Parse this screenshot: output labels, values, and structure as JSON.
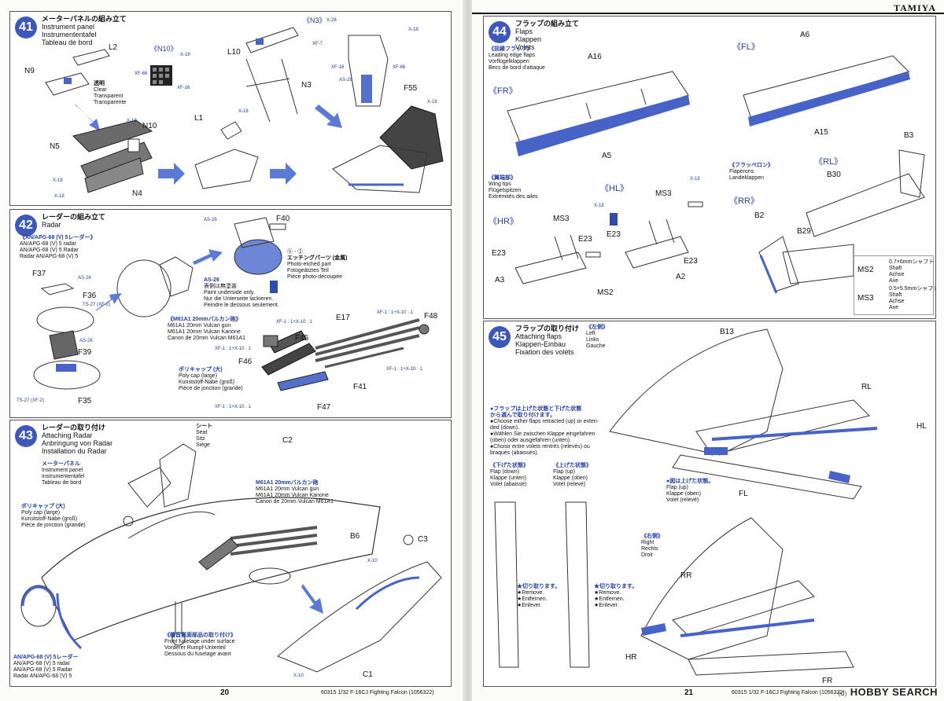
{
  "brand": "TAMIYA",
  "page_left": "20",
  "page_right": "21",
  "footer_left": "60315 1/32 F-16CJ Fighting Falcon (1056322)",
  "footer_right": "60315 1/32 F-16CJ Fighting Falcon (1056322)",
  "watermark": "HOBBY SEARCH",
  "watermark_small": "(C)",
  "steps": {
    "s41": {
      "no": "41",
      "title": [
        "メーターパネルの組み立て",
        "Instrument panel",
        "Instrumententafel",
        "Tableau de bord"
      ],
      "parts": [
        "L2",
        "N9",
        "N10",
        "N5",
        "N4",
        "L10",
        "N3",
        "L1",
        "F55"
      ],
      "clear": [
        "透明",
        "Clear",
        "Transparent",
        "Transparente"
      ],
      "callouts": [
        "《N10》",
        "《N3》"
      ],
      "codes": [
        "X-18",
        "XF-66",
        "XF-16",
        "X-18",
        "X-18",
        "X-18",
        "X-28",
        "X-18",
        "XF-7",
        "XF-16",
        "XF-66",
        "AS-26",
        "X-18",
        "X-18"
      ]
    },
    "s42": {
      "no": "42",
      "title": [
        "レーダーの組み立て",
        "Radar"
      ],
      "sub": [
        "《AN/APG-68 (V) 5レーダー》",
        "AN/APG-68 (V) 5 radar",
        "AN/APG-68 (V) 5 Radar",
        "Radar AN/APG-68 (V) 5"
      ],
      "parts": [
        "F40",
        "F37",
        "F36",
        "F39",
        "F35",
        "F45",
        "F46",
        "F41",
        "E17",
        "F48",
        "F47"
      ],
      "etch": [
        "ⓑ - ②",
        "エッチングパーツ (金属)",
        "Photo-etched part",
        "Fotogeätztes Teil",
        "Pièce photo-découpée"
      ],
      "paint": [
        "AS-26",
        "表側は無塗装",
        "Paint underside only.",
        "Nur die Unterseite lackieren.",
        "Peindre le dessous seulement."
      ],
      "gun": [
        "《M61A1 20mmバルカン砲》",
        "M61A1 20mm Vulcan gun",
        "M61A1 20mm Vulcan Kanone",
        "Canon de 20mm Vulcan M61A1"
      ],
      "polycap": [
        "ポリキャップ (大)",
        "Poly cap (large)",
        "Kunststoff-Nabe (groß)",
        "Pièce de jonction (grande)"
      ],
      "codes": [
        "AS-26",
        "AS-26",
        "TS-27 (XF-2)",
        "AS-26",
        "TS-27 (XF-2)",
        "XF-1 : 1+X-10 : 1",
        "XF-1 : 1+X-10 : 1",
        "XF-1 : 1+X-10 : 1",
        "XF-1 : 1+X-10 : 1",
        "XF-1 : 1+X-10 : 1"
      ]
    },
    "s43": {
      "no": "43",
      "title": [
        "レーダーの取り付け",
        "Attaching Radar",
        "Anbringung von Radar",
        "Installation du Radar"
      ],
      "seat": [
        "シート",
        "Seat",
        "Sitz",
        "Siège"
      ],
      "panel": [
        "メーターパネル",
        "Instrument panel",
        "Instrumententafel",
        "Tableau de bord"
      ],
      "polycap": [
        "ポリキャップ (大)",
        "Poly cap (large)",
        "Kunststoff-Nabe (groß)",
        "Pièce de jonction (grande)"
      ],
      "gun": [
        "M61A1 20mmバルカン砲",
        "M61A1 20mm Vulcan gun",
        "M61A1 20mm Vulcan Kanone",
        "Canon de 20mm Vulcan M61A1"
      ],
      "radar": [
        "AN/APG-68 (V) 5レーダー",
        "AN/APG-68 (V) 5 radar",
        "AN/APG-68 (V) 5 Radar",
        "Radar AN/APG-68 (V) 5"
      ],
      "lower": [
        "《機首裏面部品の取り付け》",
        "Front fuselage under surface",
        "Vorderer Rumpf-Unterteil",
        "Dessous du fuselage avant"
      ],
      "parts": [
        "C2",
        "B6",
        "C3",
        "C1"
      ],
      "codes": [
        "X-10",
        "X-10"
      ]
    },
    "s44": {
      "no": "44",
      "title": [
        "フラップの組み立て",
        "Flaps",
        "Klappen",
        "Volets"
      ],
      "lef": [
        "《前縁フラップ》",
        "Leading edge flaps",
        "Vorflügelklappen",
        "Becs de bord d'attaque"
      ],
      "wingtips": [
        "《翼端部》",
        "Wing tips",
        "Flügelspitzen",
        "Extrémités des ailes"
      ],
      "flaperons": [
        "《フラッペロン》",
        "Flaperons",
        "Landeklappen"
      ],
      "callouts": [
        "《FR》",
        "《FL》",
        "《HL》",
        "《HR》",
        "《RL》",
        "《RR》"
      ],
      "parts": [
        "A16",
        "A5",
        "A6",
        "A15",
        "B3",
        "B30",
        "B2",
        "B29",
        "E23",
        "E23",
        "E23",
        "E23",
        "A3",
        "A2"
      ],
      "ms": [
        "MS3",
        "MS3",
        "MS2",
        "MS2",
        "MS3"
      ],
      "codes": [
        "X-18",
        "X-18"
      ],
      "legend": [
        {
          "key": "MS2",
          "jp": "0.7×6mmシャフト",
          "en": "Shaft",
          "de": "Achse",
          "fr": "Axe"
        },
        {
          "key": "MS3",
          "jp": "0.5×5.5mmシャフト",
          "en": "Shaft",
          "de": "Achse",
          "fr": "Axe"
        }
      ]
    },
    "s45": {
      "no": "45",
      "title": [
        "フラップの取り付け",
        "Attaching flaps",
        "Klappen-Einbau",
        "Fixation des volets"
      ],
      "left": [
        "《左側》",
        "Left",
        "Links",
        "Gauche"
      ],
      "right": [
        "《右側》",
        "Right",
        "Rechts",
        "Droit"
      ],
      "choose": [
        "●フラップは上げた状態と下げた状態",
        "から選んで取り付けます。",
        "●Choose either flaps retracted (up) or exten-",
        "ded (down).",
        "●Wählen Sie zwischen Klappe eingefahren",
        "(oben) oder ausgefahren (unten).",
        "●Choisir entre volets rentrés (relevés) ou",
        "braqués (abaissés)."
      ],
      "down": [
        "《下げた状態》",
        "Flap (down)",
        "Klappe (unten)",
        "Volet (abaissé)"
      ],
      "up": [
        "《上げた状態》",
        "Flap (up)",
        "Klappe (oben)",
        "Volet (relevé)"
      ],
      "upnote": [
        "●図は上げた状態。",
        "Flap (up)",
        "Klappe (oben)",
        "Volet (relevé)"
      ],
      "remove": [
        "★切り取ります。",
        "★Remove.",
        "★Entfernen.",
        "★Enlever."
      ],
      "parts": [
        "B13",
        "RL",
        "HL",
        "FL",
        "RR",
        "HR",
        "FR"
      ]
    }
  }
}
